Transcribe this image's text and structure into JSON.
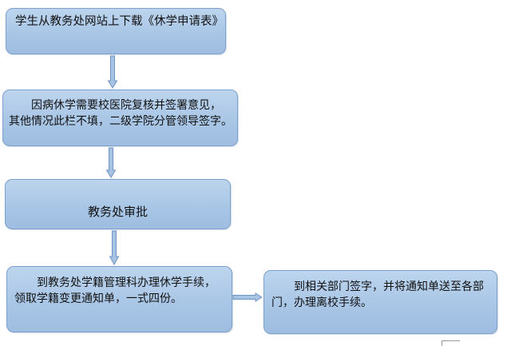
{
  "diagram": {
    "type": "flowchart",
    "colors": {
      "box_fill_top": "#bdd5ee",
      "box_fill_bottom": "#9ebde0",
      "box_border": "#7ba0cc",
      "arrow_fill": "#a7c3e4",
      "arrow_stroke": "#6f95c3"
    },
    "steps": [
      {
        "id": "step1",
        "lines": [
          "学生从教务处网站上下载《休学申请表》"
        ]
      },
      {
        "id": "step2",
        "lines": [
          "因病休学需要校医院复核并签署意见，",
          "其他情况此栏不填，二级学院分管领导签字。"
        ]
      },
      {
        "id": "step3",
        "lines": [
          "教务处审批"
        ]
      },
      {
        "id": "step4",
        "lines": [
          "到教务处学籍管理科办理休学手续，",
          "领取学籍变更通知单，一式四份。"
        ]
      },
      {
        "id": "step5",
        "lines": [
          "到相关部门签字，并将通知单送至各部",
          "门，办理离校手续。"
        ]
      }
    ],
    "connections": [
      {
        "from": "step1",
        "to": "step2",
        "direction": "down"
      },
      {
        "from": "step2",
        "to": "step3",
        "direction": "down"
      },
      {
        "from": "step3",
        "to": "step4",
        "direction": "down"
      },
      {
        "from": "step4",
        "to": "step5",
        "direction": "right"
      }
    ]
  }
}
